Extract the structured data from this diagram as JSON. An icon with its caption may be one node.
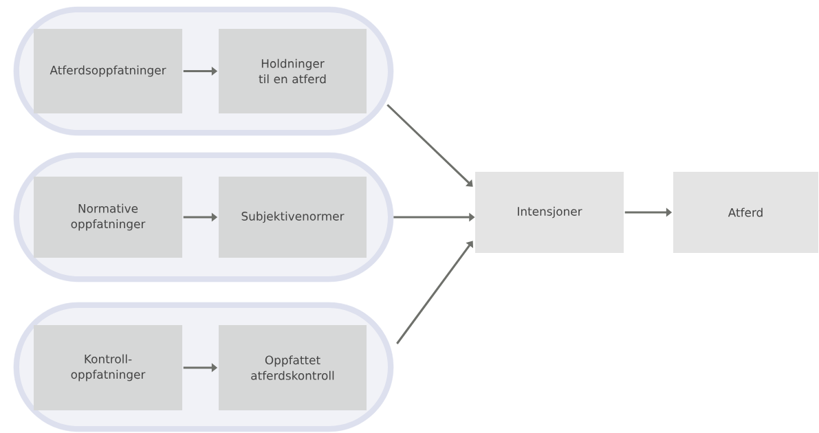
{
  "diagram": {
    "nodes": [
      {
        "text": [],
        "shape": "box"
      },
      {
        "text": [
          "Atferdsoppfatninger"
        ],
        "in": 0
      },
      {
        "text": [
          "Holdninger til en atferd"
        ],
        "in": 0
      },
      {
        "text": [],
        "shape": "box"
      },
      {
        "text": [
          "Normative oppfatninger"
        ],
        "in": 3
      },
      {
        "text": [
          "Subjektivenormer"
        ],
        "in": 3
      },
      {
        "text": [],
        "shape": "box"
      },
      {
        "text": [
          "Kontroll- oppfatninger"
        ],
        "in": 6
      },
      {
        "text": [
          "Oppfattet atferdskontroll"
        ],
        "in": 6
      },
      {
        "text": [
          "Intensjoner"
        ]
      },
      {
        "text": [
          "Atferd"
        ]
      }
    ],
    "edges": [
      {
        "from": 1,
        "to": 2,
        "arrow": "to"
      },
      {
        "from": 4,
        "to": 5,
        "arrow": "to"
      },
      {
        "from": 7,
        "to": 8,
        "arrow": "to"
      },
      {
        "from": 0,
        "to": 9,
        "arrow": "to"
      },
      {
        "from": 3,
        "to": 9,
        "arrow": "to"
      },
      {
        "from": 6,
        "to": 9,
        "arrow": "to"
      },
      {
        "from": 9,
        "to": 10,
        "arrow": "to"
      }
    ]
  }
}
